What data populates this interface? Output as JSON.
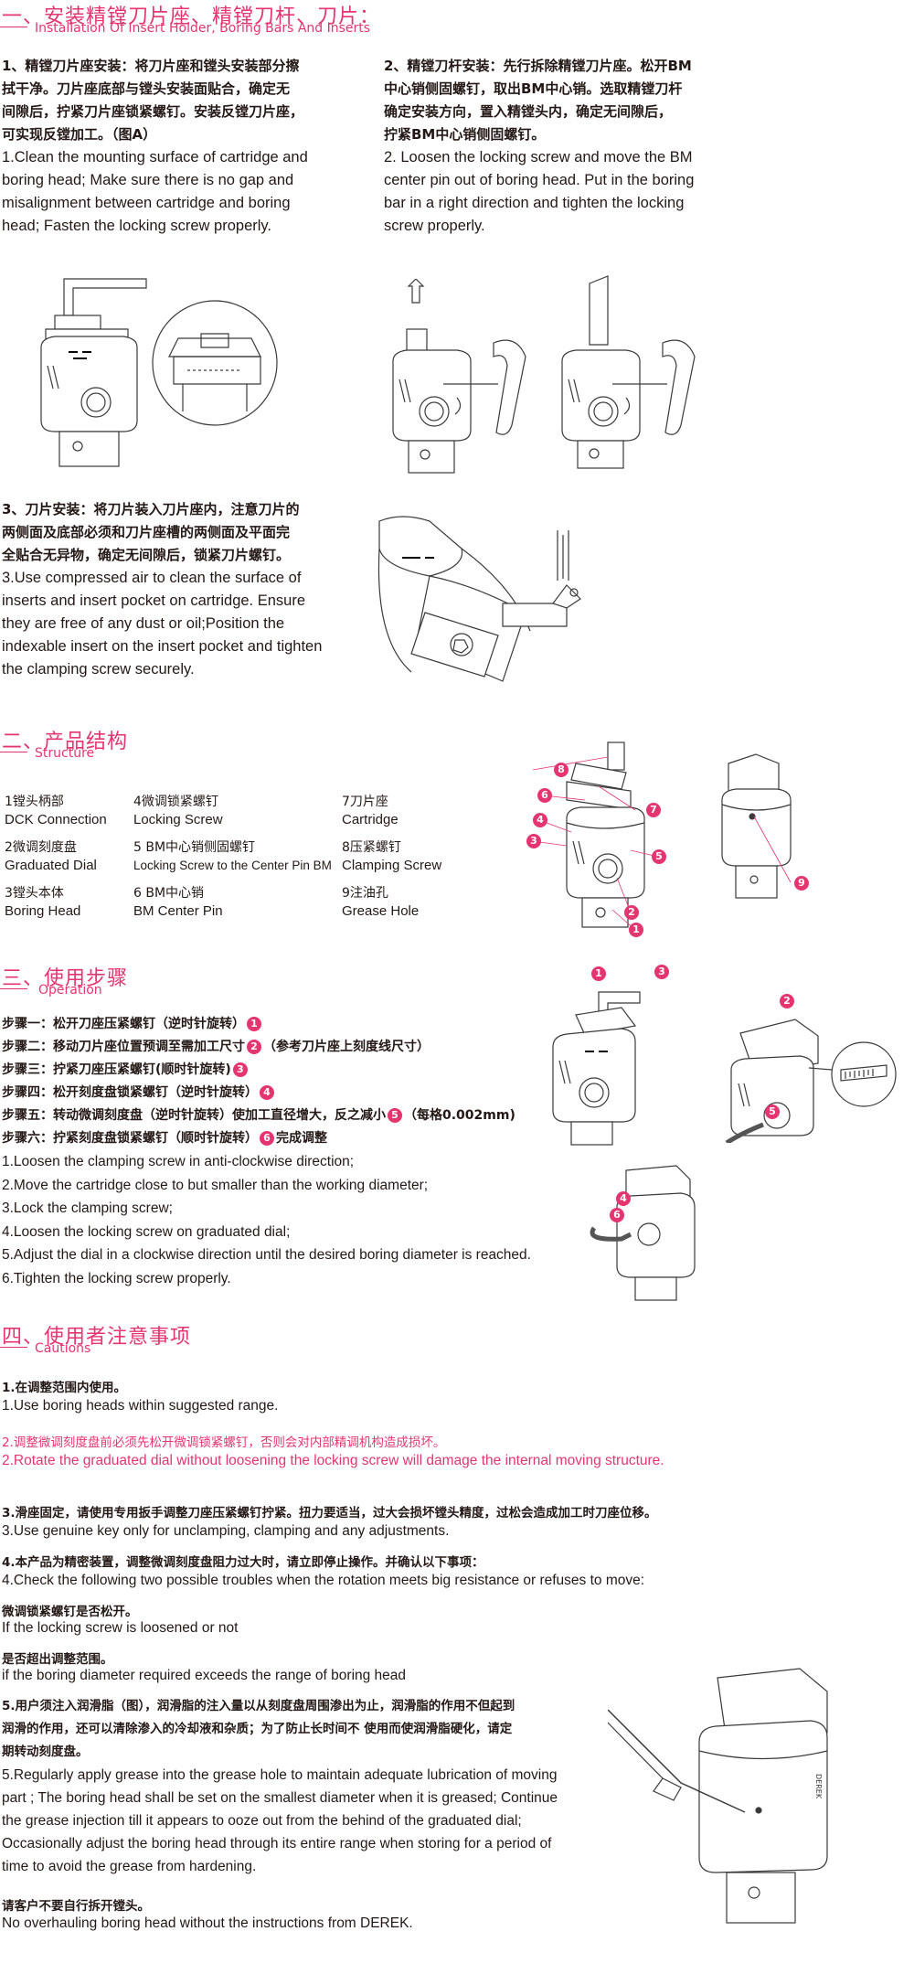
{
  "sec1": {
    "title_cn": "一、安装精镗刀片座、精镗刀杆、刀片：",
    "title_en": "Installation Of Insert Holder, Boring Bars And Inserts",
    "step1_cn_l1": "1、精镗刀片座安装：将刀片座和镗头安装部分擦",
    "step1_cn_l2": "拭干净。刀片座底部与镗头安装面贴合，确定无",
    "step1_cn_l3": "间隙后，拧紧刀片座锁紧螺钉。安装反镗刀片座，",
    "step1_cn_l4": "可实现反镗加工。（图A）",
    "step1_en_l1": "1.Clean the mounting surface of cartridge and",
    "step1_en_l2": "boring head; Make sure there is no gap and",
    "step1_en_l3": "misalignment between cartridge and boring",
    "step1_en_l4": "head; Fasten the locking screw properly.",
    "step2_cn_l1": "2、精镗刀杆安装：先行拆除精镗刀片座。松开BM",
    "step2_cn_l2": "中心销侧固螺钉，取出BM中心销。选取精镗刀杆",
    "step2_cn_l3": "确定安装方向，置入精镗头内，确定无间隙后，",
    "step2_cn_l4": "拧紧BM中心销侧固螺钉。",
    "step2_en_l1": "2.  Loosen the locking screw and move the BM",
    "step2_en_l2": "center pin out of boring head. Put in the boring",
    "step2_en_l3": "bar in a right direction and tighten the locking",
    "step2_en_l4": "screw properly.",
    "step3_cn_l1": "3、刀片安装：将刀片装入刀片座内，注意刀片的",
    "step3_cn_l2": "两侧面及底部必须和刀片座槽的两侧面及平面完",
    "step3_cn_l3": "全贴合无异物，确定无间隙后，锁紧刀片螺钉。",
    "step3_en_l1": "3.Use compressed air to clean the surface of",
    "step3_en_l2": "inserts and insert pocket on cartridge. Ensure",
    "step3_en_l3": "they are free of any dust or oil;Position the",
    "step3_en_l4": "indexable insert on the insert pocket and tighten",
    "step3_en_l5": "the clamping screw securely."
  },
  "sec2": {
    "title_cn": "二、产品结构",
    "title_en": "Structure",
    "parts": [
      {
        "cn": "1镗头柄部",
        "en": "DCK Connection"
      },
      {
        "cn": "2微调刻度盘",
        "en": "Graduated Dial"
      },
      {
        "cn": "3镗头本体",
        "en": "Boring Head"
      },
      {
        "cn": "4微调锁紧螺钉",
        "en": "Locking Screw"
      },
      {
        "cn": "5 BM中心销侧固螺钉",
        "en": "Locking Screw to the Center Pin BM"
      },
      {
        "cn": "6 BM中心销",
        "en": "BM Center Pin"
      },
      {
        "cn": "7刀片座",
        "en": "Cartridge"
      },
      {
        "cn": "8压紧螺钉",
        "en": "Clamping Screw"
      },
      {
        "cn": "9注油孔",
        "en": "Grease Hole"
      }
    ],
    "callouts": [
      "1",
      "2",
      "3",
      "4",
      "5",
      "6",
      "7",
      "8",
      "9"
    ]
  },
  "sec3": {
    "title_cn": "三、使用步骤",
    "title_en": "Operation",
    "steps_cn": [
      {
        "text": "步骤一：松开刀座压紧螺钉（逆时针旋转）",
        "num": "1",
        "tail": ""
      },
      {
        "text": "步骤二：移动刀片座位置预调至需加工尺寸",
        "num": "2",
        "tail": "（参考刀片座上刻度线尺寸）"
      },
      {
        "text": "步骤三：拧紧刀座压紧螺钉(顺时针旋转)",
        "num": "3",
        "tail": ""
      },
      {
        "text": "步骤四：松开刻度盘锁紧螺钉（逆时针旋转）",
        "num": "4",
        "tail": ""
      },
      {
        "text": "步骤五：转动微调刻度盘（逆时针旋转）使加工直径增大，反之减小",
        "num": "5",
        "tail": "（每格0.002mm)"
      },
      {
        "text": "步骤六：拧紧刻度盘锁紧螺钉（顺时针旋转）",
        "num": "6",
        "tail": "完成调整"
      }
    ],
    "steps_en": [
      "1.Loosen the clamping screw in anti-clockwise direction;",
      "2.Move the cartridge close to but smaller than the working diameter;",
      "3.Lock the clamping screw;",
      "4.Loosen the locking screw on graduated dial;",
      "5.Adjust the dial in a clockwise direction until the desired boring diameter is reached.",
      "6.Tighten the locking screw properly."
    ]
  },
  "sec4": {
    "title_cn": "四、使用者注意事项",
    "title_en": "Cautions",
    "c1_cn": "1.在调整范围内使用。",
    "c1_en": "1.Use boring heads within suggested range.",
    "c2_cn": "2.调整微调刻度盘前必须先松开微调锁紧螺钉，否则会对内部精调机构造成损坏。",
    "c2_en": "2.Rotate the graduated dial without loosening the locking screw will  damage the internal moving structure.",
    "c3_cn": "3.滑座固定，请使用专用扳手调整刀座压紧螺钉拧紧。扭力要适当，过大会损坏镗头精度，过松会造成加工时刀座位移。",
    "c3_en": "3.Use genuine key only for unclamping, clamping and any adjustments.",
    "c4_cn": "4.本产品为精密装置，调整微调刻度盘阻力过大时，请立即停止操作。并确认以下事项：",
    "c4_en": "4.Check the following two possible troubles when the rotation meets big resistance or refuses to move:",
    "c4a_cn": "微调锁紧螺钉是否松开。",
    "c4a_en": "If the locking screw is loosened or not",
    "c4b_cn": "是否超出调整范围。",
    "c4b_en": "if the boring diameter required exceeds the range of boring head",
    "c5_cn_l1": "5.用户须注入润滑脂（图），润滑脂的注入量以从刻度盘周围渗出为止，润滑脂的作用不但起到",
    "c5_cn_l2": "润滑的作用，还可以清除渗入的冷却液和杂质；为了防止长时间不 使用而使润滑脂硬化，请定",
    "c5_cn_l3": "期转动刻度盘。",
    "c5_en_l1": "5.Regularly apply grease into the grease hole to maintain adequate lubrication of moving",
    "c5_en_l2": "part ; The boring head shall be set on the smallest diameter when it is greased; Continue",
    "c5_en_l3": "the grease injection till it appears to ooze out from the behind of the graduated dial;",
    "c5_en_l4": "Occasionally adjust the boring head through its entire range when storing for a period of",
    "c5_en_l5": "time to avoid the grease from hardening.",
    "c6_cn": "请客户不要自行拆开镗头。",
    "c6_en": "No overhauling boring head without the instructions from DEREK.",
    "grease_label": "DEREK"
  },
  "colors": {
    "accent": "#e4356f",
    "text": "#231815",
    "line": "#3a3a3a"
  }
}
